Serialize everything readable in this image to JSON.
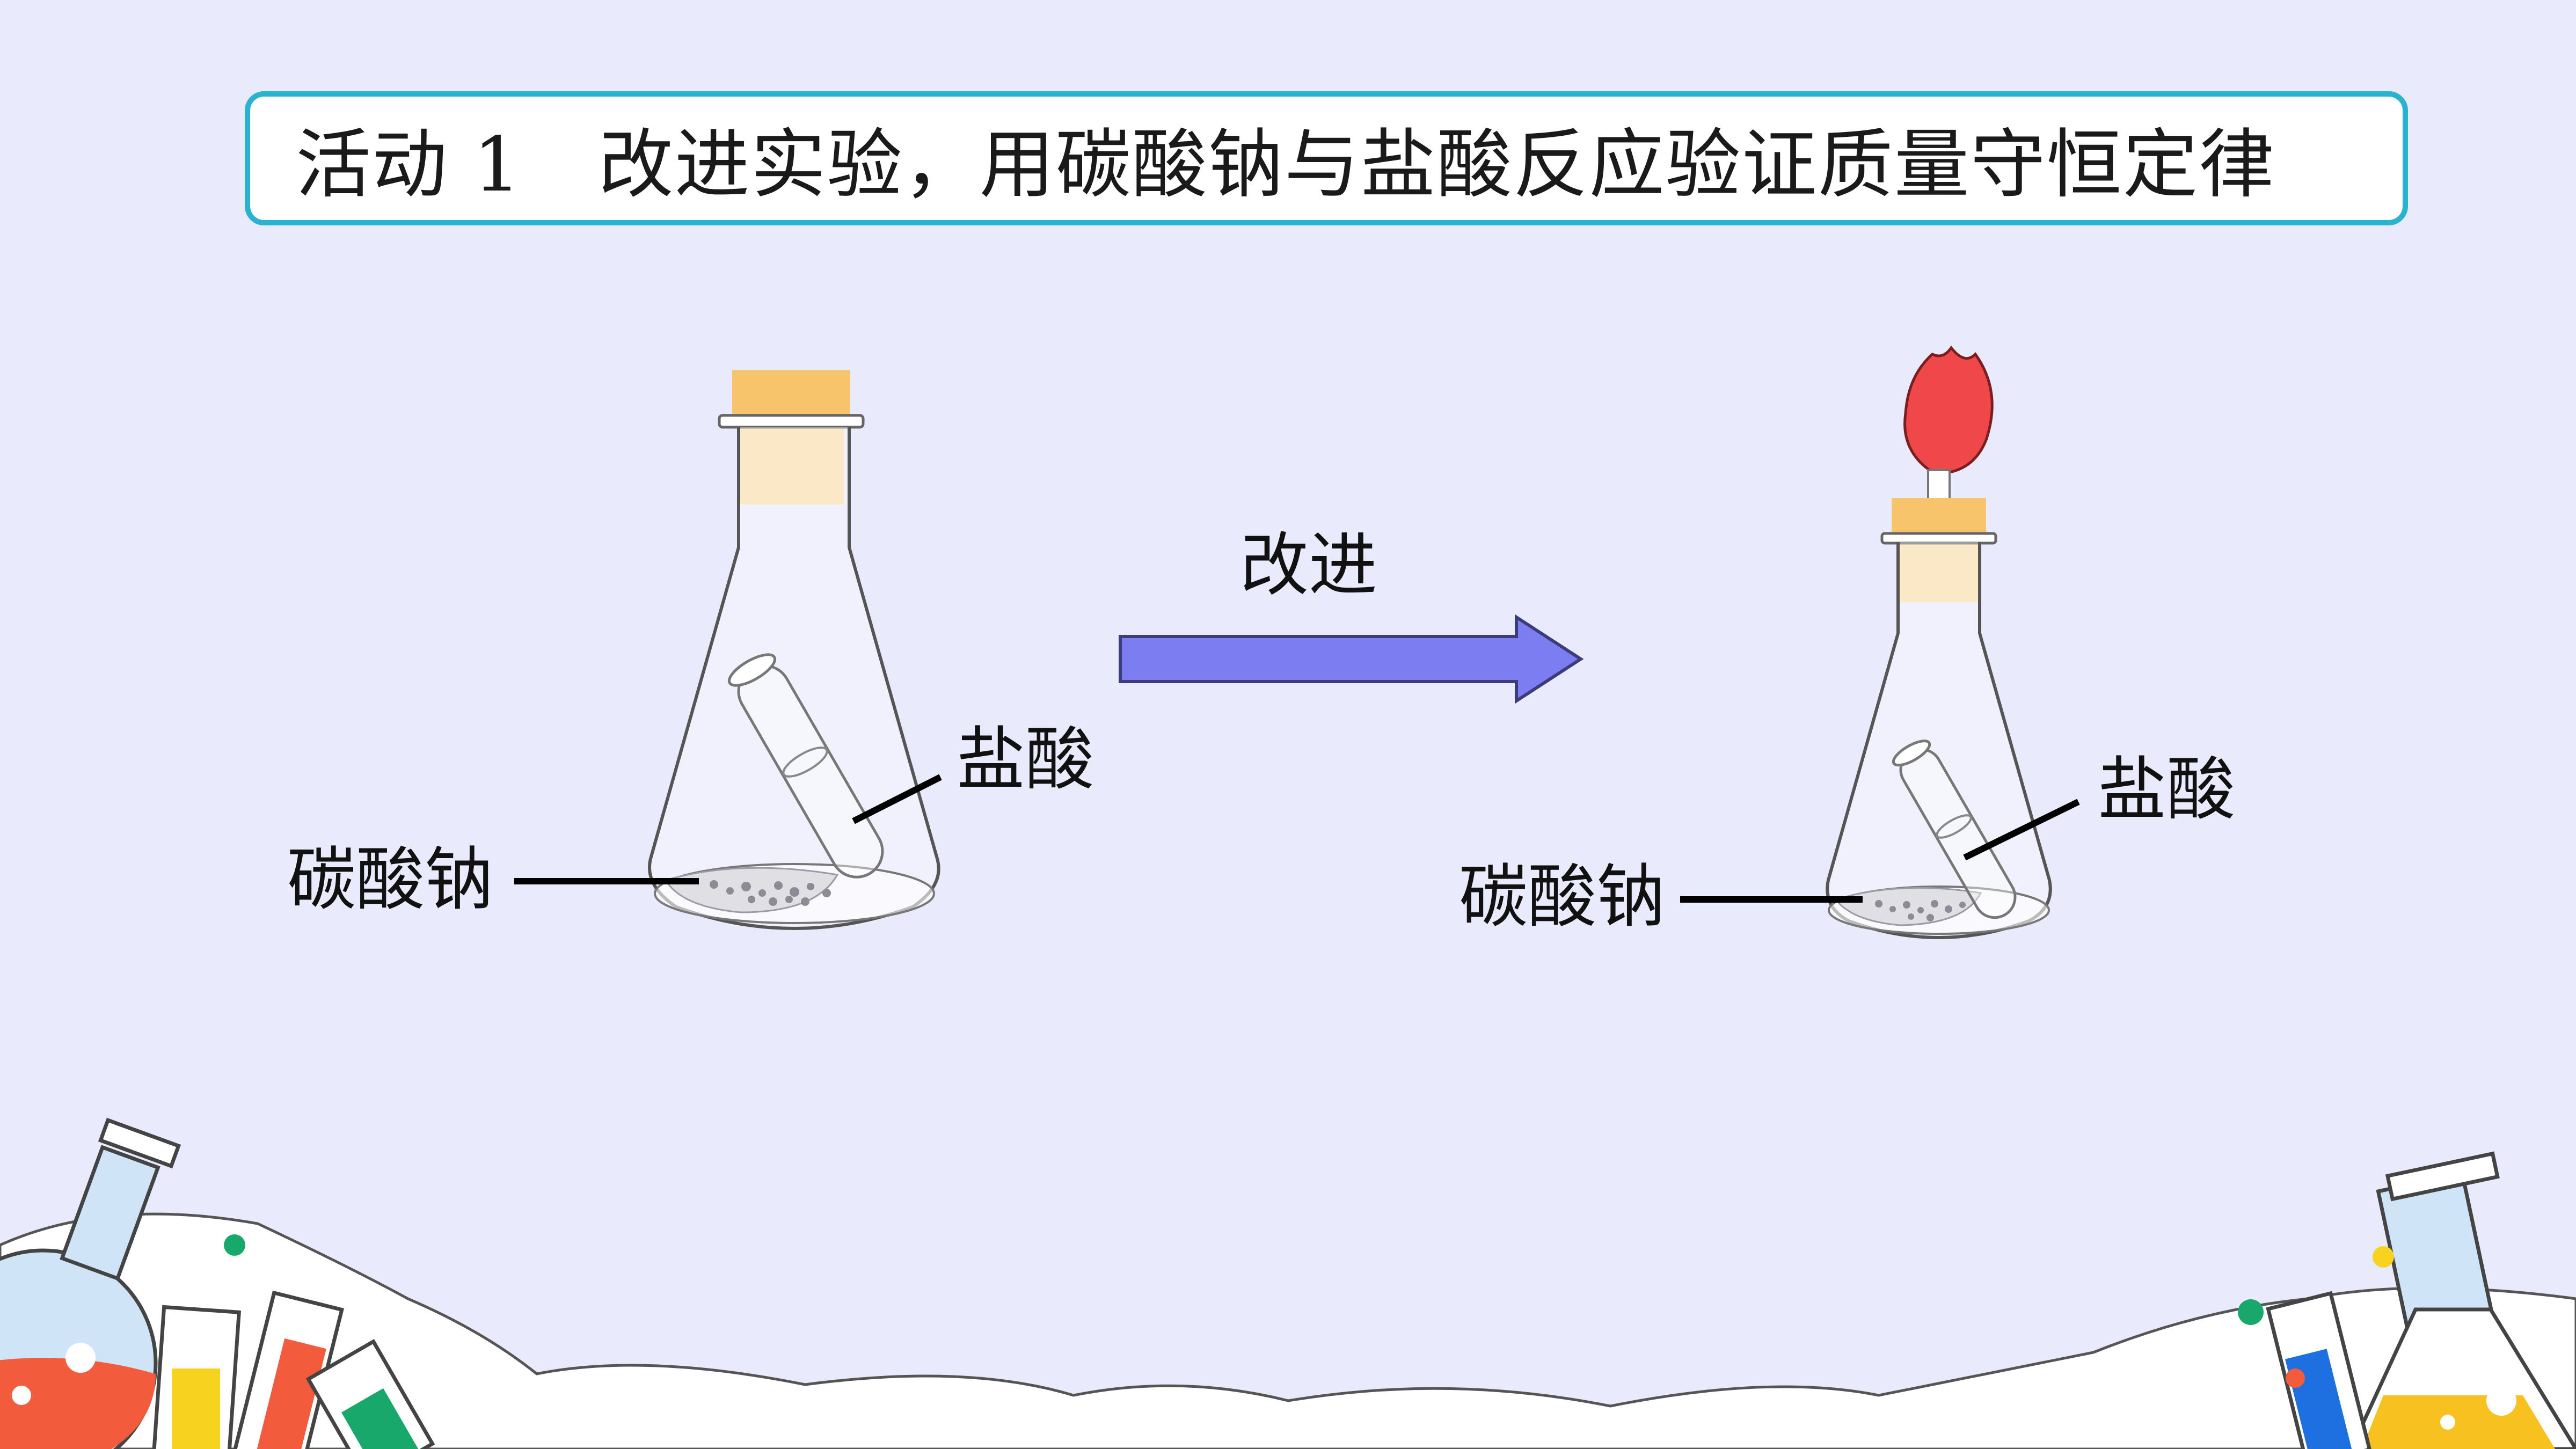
{
  "title": "活动 1　改进实验，用碳酸钠与盐酸反应验证质量守恒定律",
  "arrow_label": "改进",
  "left_setup": {
    "acid_label": "盐酸",
    "solid_label": "碳酸钠"
  },
  "right_setup": {
    "acid_label": "盐酸",
    "solid_label": "碳酸钠"
  },
  "colors": {
    "background": "#e9eafb",
    "title_border": "#2ab3d0",
    "arrow_fill": "#7b7df0",
    "cork": "#f7c46c",
    "balloon": "#f0484a"
  }
}
